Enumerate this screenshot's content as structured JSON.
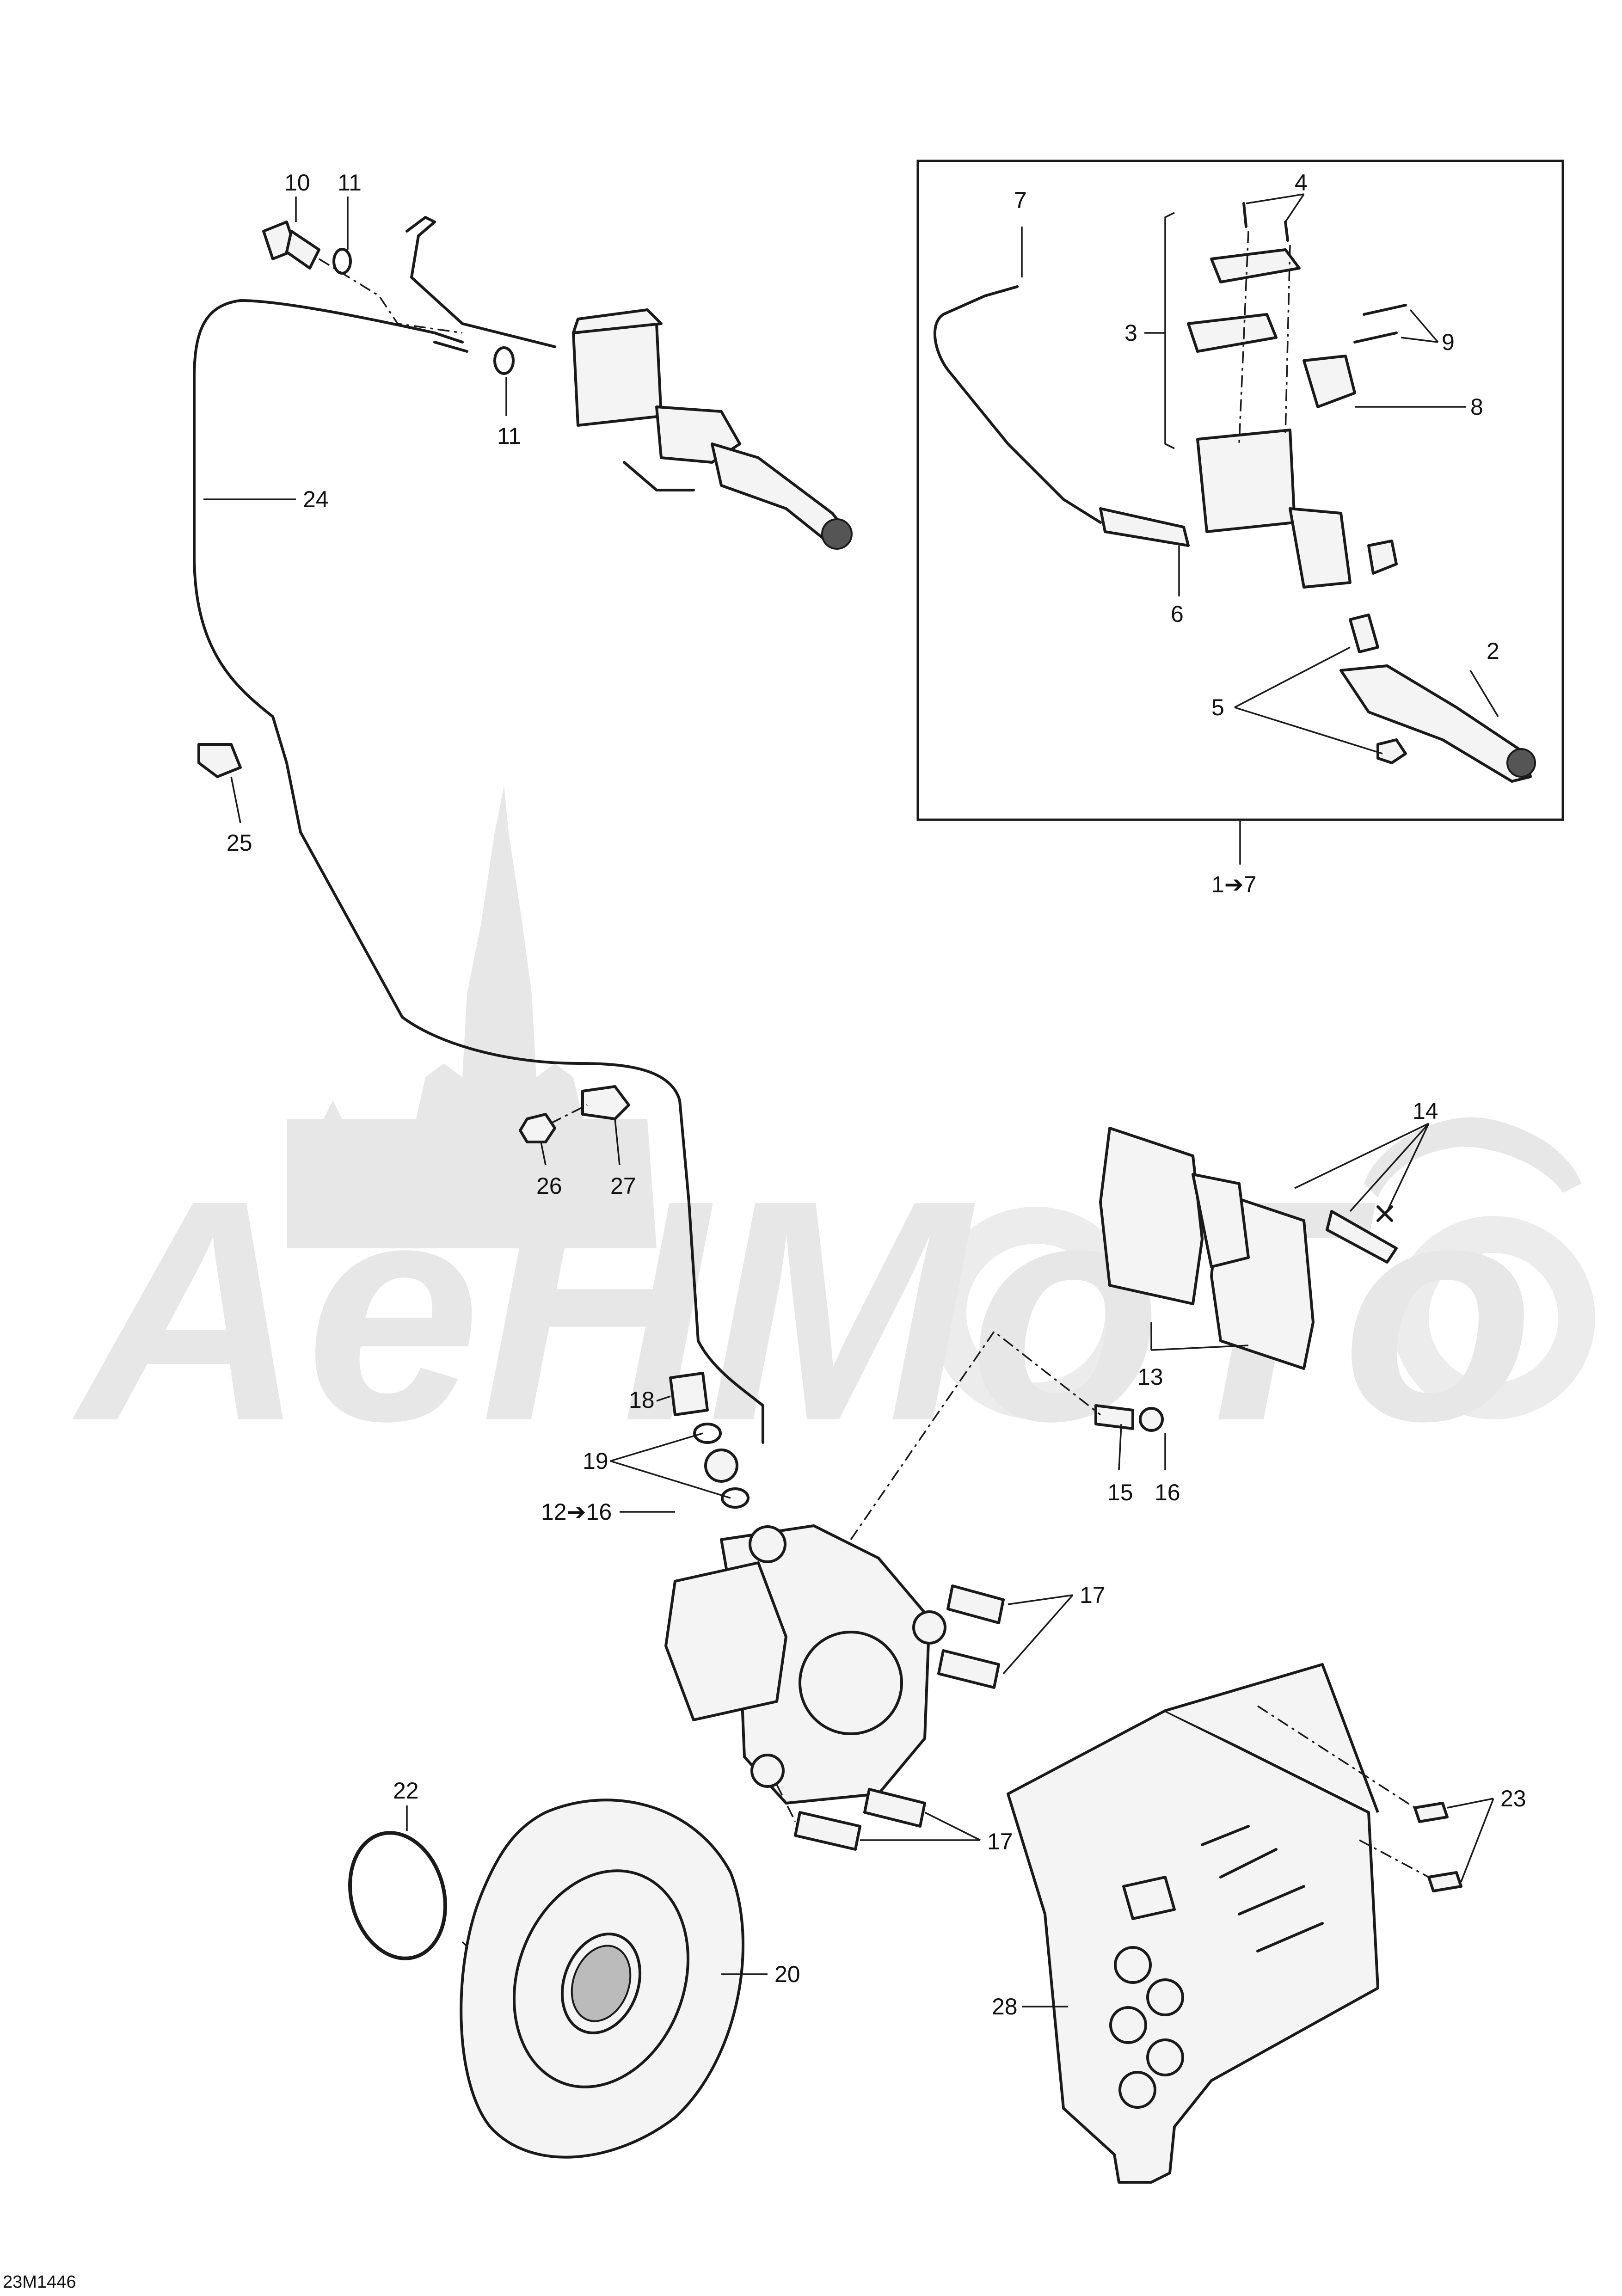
{
  "figure_code": "23M1446",
  "watermark": {
    "text": "AeHMoTo"
  },
  "kit_box": {
    "label": "1➔7"
  },
  "callouts": [
    {
      "id": "c10",
      "text": "10"
    },
    {
      "id": "c11a",
      "text": "11"
    },
    {
      "id": "c11b",
      "text": "11"
    },
    {
      "id": "c24",
      "text": "24"
    },
    {
      "id": "c25",
      "text": "25"
    },
    {
      "id": "c26",
      "text": "26"
    },
    {
      "id": "c27",
      "text": "27"
    },
    {
      "id": "c7",
      "text": "7"
    },
    {
      "id": "c4",
      "text": "4"
    },
    {
      "id": "c3",
      "text": "3"
    },
    {
      "id": "c9",
      "text": "9"
    },
    {
      "id": "c8",
      "text": "8"
    },
    {
      "id": "c6",
      "text": "6"
    },
    {
      "id": "c2",
      "text": "2"
    },
    {
      "id": "c5",
      "text": "5"
    },
    {
      "id": "c14",
      "text": "14"
    },
    {
      "id": "c13",
      "text": "13"
    },
    {
      "id": "c18",
      "text": "18"
    },
    {
      "id": "c19",
      "text": "19"
    },
    {
      "id": "c15",
      "text": "15"
    },
    {
      "id": "c16",
      "text": "16"
    },
    {
      "id": "c12",
      "text": "12➔16"
    },
    {
      "id": "c17a",
      "text": "17"
    },
    {
      "id": "c17b",
      "text": "17"
    },
    {
      "id": "c22",
      "text": "22"
    },
    {
      "id": "c20",
      "text": "20"
    },
    {
      "id": "c23",
      "text": "23"
    },
    {
      "id": "c28",
      "text": "28"
    }
  ]
}
